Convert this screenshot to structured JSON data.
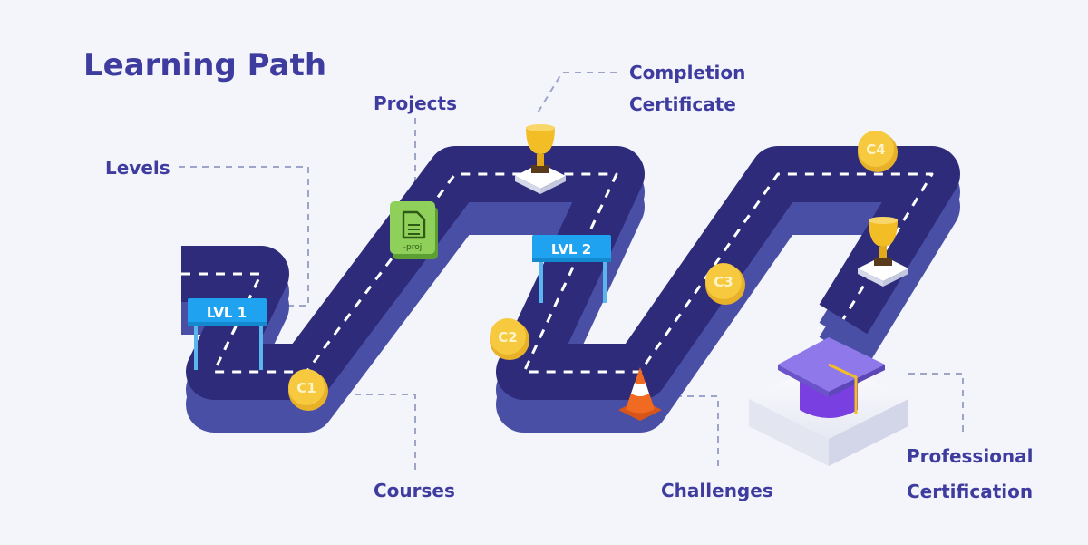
{
  "title": "Learning Path",
  "labels": {
    "levels": "Levels",
    "projects": "Projects",
    "completion_line1": "Completion",
    "completion_line2": "Certificate",
    "courses": "Courses",
    "challenges": "Challenges",
    "professional_line1": "Professional",
    "professional_line2": "Certification"
  },
  "signs": {
    "lvl1": "LVL 1",
    "lvl2": "LVL 2"
  },
  "coins": {
    "c1": "C1",
    "c2": "C2",
    "c3": "C3",
    "c4": "C4"
  },
  "project_file_ext": "-proj",
  "colors": {
    "road": "#2d2b7a",
    "road_side": "#4a4fa6",
    "accent_text": "#3f3ca0",
    "sign": "#1fa3f0",
    "coin": "#f6c93f",
    "trophy": "#f3bd26",
    "cone": "#f06a22",
    "cap": "#8f79ea",
    "project_file": "#8fd05a"
  }
}
